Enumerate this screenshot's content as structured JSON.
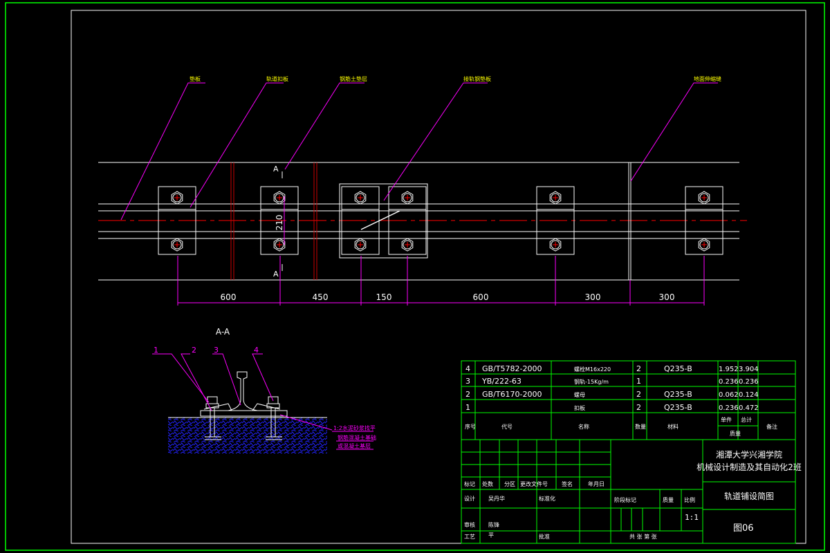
{
  "colors": {
    "border": "#00ff00",
    "frame": "#ffffff",
    "leader": "#ff00ff",
    "centerline": "#ff0000",
    "callout": "#ffff00",
    "dimension": "#ff00ff",
    "dim_text": "#ffffff",
    "concrete": "#0000ff",
    "table_grid": "#00ff00",
    "table_text": "#ffffff"
  },
  "callouts": [
    "垫板",
    "轨道扣板",
    "钢筋土垫层",
    "接轨钢垫板",
    "地面伸缩缝"
  ],
  "section_marks": {
    "top": "A",
    "bottom": "A"
  },
  "vertical_dim": "210",
  "dimensions": [
    "600",
    "450",
    "150",
    "600",
    "300",
    "300"
  ],
  "section": {
    "title": "A-A",
    "numbers": [
      "1",
      "2",
      "3",
      "4"
    ],
    "notes": [
      "1:2水泥砂浆找平",
      "钢筋混凝土基础",
      "或混凝土基层"
    ]
  },
  "parts_list": [
    {
      "no": "4",
      "code": "GB/T5782-2000",
      "name": "螺栓M16x220",
      "qty": "2",
      "material": "Q235-B",
      "unit_w": "1.952",
      "total_w": "3.904"
    },
    {
      "no": "3",
      "code": "YB/222-63",
      "name": "钢轨-15Kg/m",
      "qty": "1",
      "material": "",
      "unit_w": "0.236",
      "total_w": "0.236"
    },
    {
      "no": "2",
      "code": "GB/T6170-2000",
      "name": "螺母",
      "qty": "2",
      "material": "Q235-B",
      "unit_w": "0.062",
      "total_w": "0.124"
    },
    {
      "no": "1",
      "code": "",
      "name": "扣板",
      "qty": "2",
      "material": "Q235-B",
      "unit_w": "0.236",
      "total_w": "0.472"
    }
  ],
  "parts_header": {
    "no": "序号",
    "code": "代号",
    "name": "名称",
    "qty": "数量",
    "material": "材料",
    "unit": "单件",
    "total": "总计",
    "weight": "质量",
    "remark": "备注"
  },
  "title_block": {
    "school_line1": "湘潭大学兴湘学院",
    "school_line2": "机械设计制造及其自动化2班",
    "drawing_title": "轨道铺设简图",
    "drawing_no": "图06",
    "scale": "1:1",
    "row_labels": [
      "标记",
      "处数",
      "分区",
      "更改文件号",
      "签名",
      "年月日"
    ],
    "design": "设计",
    "designer": "吴丹华",
    "standardize": "标准化",
    "review": "审核",
    "reviewer": "陈锋",
    "process": "工艺",
    "process_person": "平",
    "approve": "批准",
    "stage_mark": "阶段标记",
    "weight": "质量",
    "ratio": "比例",
    "sheets": "共 张 第 张"
  }
}
